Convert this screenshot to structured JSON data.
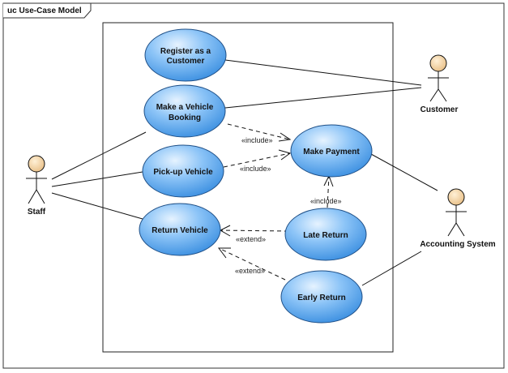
{
  "frame": {
    "title": "uc Use-Case Model"
  },
  "use_cases": {
    "register": {
      "line1": "Register as a",
      "line2": "Customer"
    },
    "booking": {
      "line1": "Make a Vehicle",
      "line2": "Booking"
    },
    "pickup": {
      "label": "Pick-up Vehicle"
    },
    "return": {
      "label": "Return Vehicle"
    },
    "payment": {
      "label": "Make Payment"
    },
    "late": {
      "label": "Late Return"
    },
    "early": {
      "label": "Early Return"
    }
  },
  "actors": {
    "customer": "Customer",
    "staff": "Staff",
    "accounting": "Accounting System"
  },
  "relations": {
    "include1": "«include»",
    "include2": "«include»",
    "include3": "«include»",
    "extend1": "«extend»",
    "extend2": "«extend»"
  },
  "colors": {
    "usecase_fill_light": "#d8ecff",
    "usecase_fill_dark": "#3f95e6",
    "usecase_stroke": "#1f4f86",
    "actor_head": "#f6dcb0",
    "line": "#111111"
  }
}
